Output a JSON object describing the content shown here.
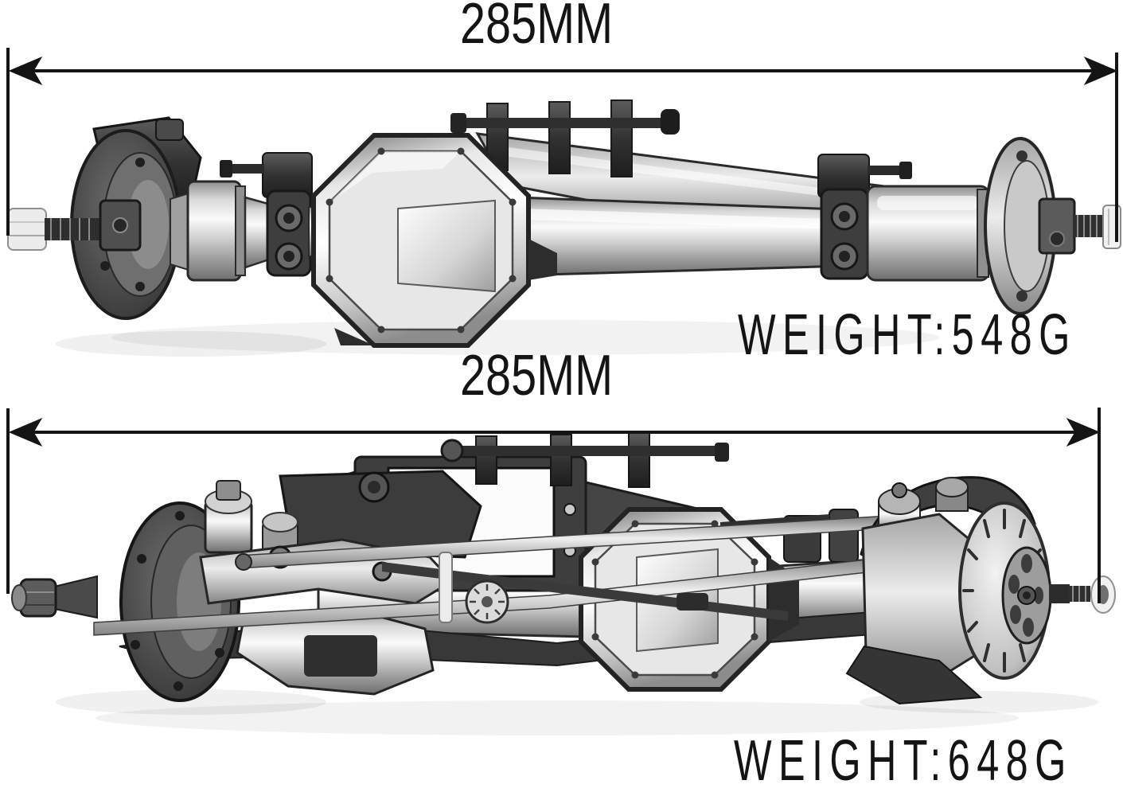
{
  "colors": {
    "background": "#ffffff",
    "ink": "#141414"
  },
  "top_view": {
    "dimension_label": "285MM",
    "weight_label": "WEIGHT:548G"
  },
  "bottom_view": {
    "dimension_label": "285MM",
    "weight_label": "WEIGHT:648G"
  }
}
